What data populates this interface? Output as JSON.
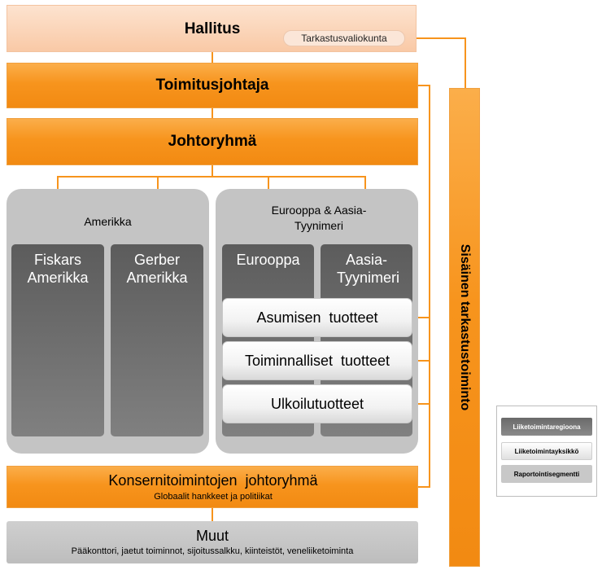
{
  "board": {
    "title": "Hallitus",
    "audit_committee": "Tarkastusvaliokunta"
  },
  "ceo": {
    "title": "Toimitusjohtaja"
  },
  "management": {
    "title": "Johtoryhmä"
  },
  "internal_audit": {
    "label": "Sisäinen tarkastustoiminto"
  },
  "regions": {
    "americas": {
      "title": "Amerikka",
      "units": [
        "Fiskars Amerikka",
        "Gerber Amerikka"
      ]
    },
    "europe_asia": {
      "title": "Eurooppa & Aasia-Tyynimeri",
      "units": [
        "Eurooppa",
        "Aasia-Tyynimeri"
      ]
    }
  },
  "segments": [
    "Asumisen  tuotteet",
    "Toiminnalliset  tuotteet",
    "Ulkoilutuotteet"
  ],
  "group_functions": {
    "title": "Konsernitoimintojen  johtoryhmä",
    "subtitle": "Globaalit hankkeet ja politiikat"
  },
  "others": {
    "title": "Muut",
    "subtitle": "Pääkonttori, jaetut toiminnot, sijoitussalkku, kiinteistöt, veneliiketoiminta"
  },
  "legend": {
    "items": [
      "Liiketoimintaregioona",
      "Liiketoimintayksikkö",
      "Raportointisegmentti"
    ]
  },
  "colors": {
    "orange": "#f7941d",
    "region_grey": "#c4c4c4",
    "dark_unit": "#6e6e6e"
  }
}
